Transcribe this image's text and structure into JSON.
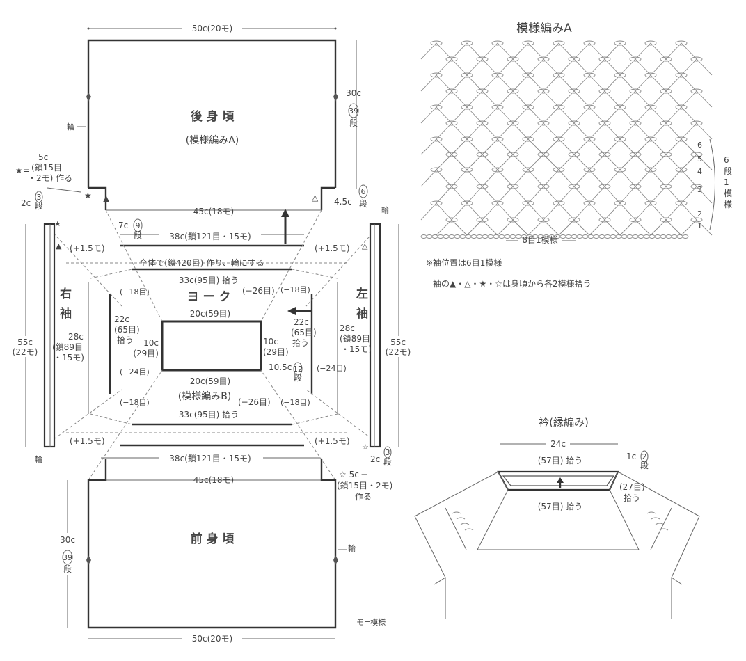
{
  "labels": {
    "back_body_title": "後 身 頃",
    "back_body_pattern": "(模様編みA)",
    "front_body_title": "前 身 頃",
    "yoke_title": "ヨ ー ク",
    "yoke_pattern": "(模様編みB)",
    "right_sleeve": [
      "右",
      "袖"
    ],
    "left_sleeve": [
      "左",
      "袖"
    ],
    "loop_mark": "輪",
    "mo_note": "モ=模様",
    "star_note_1": "★= ",
    "star_note_5c": "5c",
    "star_note_2": "(鎖15目",
    "star_note_3": "・2モ) 作る",
    "hollow_star_5c": "☆ 5c ─",
    "hollow_star_2": "(鎖15目・2モ)",
    "hollow_star_3": "作る"
  },
  "dimensions": {
    "top_width": "50c(20モ)",
    "bottom_width": "50c(20モ)",
    "back_height": "30c",
    "back_rows": "39",
    "rows_kanji": "段",
    "back_shoulder": "4.5c",
    "back_shoulder_rows": "6",
    "back_yoke_width": "45c(18モ)",
    "front_yoke_width": "45c(18モ)",
    "left_2c": "2c",
    "left_2c_rows": "3",
    "left_7c": "7c",
    "left_7c_rows": "9",
    "outer_38_top": "38c(鎖121目・15モ)",
    "outer_38_bottom": "38c(鎖121目・15モ)",
    "all_chain": "全体で(鎖420目) 作り、輪にする",
    "inc_tl": "(+1.5モ)",
    "inc_tr": "(+1.5モ)",
    "inc_bl": "(+1.5モ)",
    "inc_br": "(+1.5モ)",
    "pick_33_top": "33c(95目) 拾う",
    "pick_33_bottom": "33c(95目) 拾う",
    "dec_26_top": "(−26目)",
    "dec_26_bottom": "(−26目)",
    "dec_18_a": "(−18目)",
    "dec_18_b": "(−18目)",
    "dec_18_c": "(−18目)",
    "dec_18_d": "(−18目)",
    "dec_24_a": "(−24目)",
    "dec_24_b": "(−24目)",
    "inner_20_top": "20c(59目)",
    "inner_20_bottom": "20c(59目)",
    "inner_10_left": "10c",
    "inner_10_left_st": "(29目)",
    "inner_10_right": "10c",
    "inner_10_right_st": "(29目)",
    "side_22_left": "22c",
    "side_22_left_2": "(65目)",
    "side_22_left_3": "拾う",
    "side_22_right": "22c",
    "side_22_right_2": "(65目)",
    "side_22_right_3": "拾う",
    "yoke_10_5": "10.5c",
    "yoke_10_5_rows": "12",
    "sleeve_28_left": "28c",
    "sleeve_28_left_2": "(鎖89目",
    "sleeve_28_left_3": "・15モ)",
    "sleeve_28_right": "28c",
    "sleeve_28_right_2": "(鎖89目",
    "sleeve_28_right_3": "・15モ)",
    "sleeve_55_left": "55c",
    "sleeve_55_left_2": "(22モ)",
    "sleeve_55_right": "55c",
    "sleeve_55_right_2": "(22モ)",
    "front_height": "30c",
    "front_rows": "39",
    "right_2c": "2c",
    "right_2c_rows": "3"
  },
  "pattern_a": {
    "title": "模様編みA",
    "row_labels": [
      "6",
      "5",
      "4",
      "3",
      "2",
      "1"
    ],
    "repeat_rows": [
      "6",
      "段",
      "1",
      "模",
      "様"
    ],
    "repeat_stitches": "8目1模様",
    "note_1": "※袖位置は6目1模様",
    "note_2": "袖の▲・△・★・☆は身頃から各2模様拾う"
  },
  "collar": {
    "title": "衿(縁編み)",
    "width": "24c",
    "pick_top": "(57目) 拾う",
    "pick_bottom": "(57目) 拾う",
    "side_pick": "(27目)",
    "side_pick_2": "拾う",
    "height": "1c",
    "height_rows": "2",
    "height_rows_kanji": "段"
  }
}
